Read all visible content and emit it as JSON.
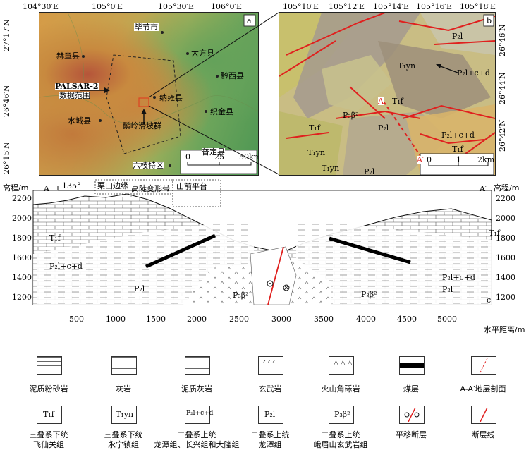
{
  "panel_a": {
    "label": "a",
    "lon_ticks": [
      "104°30′E",
      "105°0′E",
      "105°30′E",
      "106°0′E"
    ],
    "lat_ticks": [
      "27°17′N",
      "26°46′N",
      "26°15′N"
    ],
    "places": [
      "毕节市",
      "赫章县",
      "大方县",
      "黔西县",
      "纳雍县",
      "织金县",
      "水城县",
      "普定县",
      "六枝特区"
    ],
    "palsar_line1": "PALSAR-2",
    "palsar_line2": "数据范围",
    "landslide_label": "鬃岭滑坡群",
    "scale_labels": [
      "0",
      "25",
      "50km"
    ]
  },
  "panel_b": {
    "label": "b",
    "lon_ticks": [
      "105°10′E",
      "105°12′E",
      "105°14′E",
      "105°16′E",
      "105°18′E"
    ],
    "lat_ticks": [
      "26°46′N",
      "26°44′N",
      "26°42′N"
    ],
    "units": [
      "P₂l",
      "T₁yn",
      "P₂l+c+d",
      "T₁f",
      "P₃β²",
      "P₂l",
      "P₂l+c+d",
      "T₁f",
      "T₁f",
      "T₁yn",
      "T₁yn",
      "P₂l"
    ],
    "section_a": "A",
    "section_a2": "A′",
    "scale_labels": [
      "0",
      "1",
      "2km"
    ]
  },
  "section": {
    "y_axis_title_left": "高程/m",
    "y_axis_title_right": "高程/m",
    "y_ticks": [
      "2200",
      "2000",
      "1800",
      "1600",
      "1400",
      "1200"
    ],
    "x_ticks": [
      "500",
      "1000",
      "1500",
      "2000",
      "2500",
      "3000",
      "3500",
      "4000",
      "4500",
      "5000"
    ],
    "x_axis_title": "水平距离/m",
    "end_a": "A",
    "end_a2": "A′",
    "azimuth": "135°",
    "zones": [
      "栗山边缘",
      "高陡变形带",
      "山前平台"
    ],
    "label_c": "c",
    "unit_labels": [
      "T₁f",
      "P₂l+c+d",
      "P₂l",
      "P₃β²",
      "P₃β²",
      "P₂l+c+d",
      "P₂l",
      "T₁f"
    ]
  },
  "legend": {
    "row1": [
      "泥质粉砂岩",
      "灰岩",
      "泥质灰岩",
      "玄武岩",
      "火山角砾岩",
      "煤层",
      "A-A′地层剖面"
    ],
    "row2_symbols": [
      "T₁f",
      "T₁yn",
      "P₂l+c+d",
      "P₂l",
      "P₃β²"
    ],
    "row2_line1": [
      "三叠系下统",
      "三叠系下统",
      "二叠系上统",
      "二叠系上统",
      "二叠系上统",
      "平移断层",
      "断层线"
    ],
    "row2_line2": [
      "飞仙关组",
      "永宁镇组",
      "龙潭组、长兴组和大隆组",
      "龙潭组",
      "峨眉山玄武岩组",
      "",
      ""
    ]
  },
  "colors": {
    "fault": "#e0201e",
    "coal": "#000000",
    "panel_b_base": "#c9bd84"
  }
}
